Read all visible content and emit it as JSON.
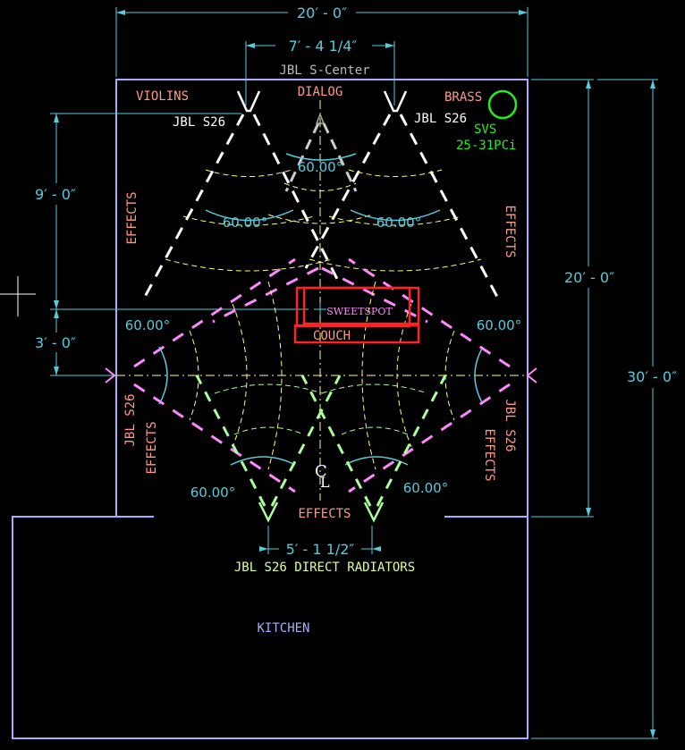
{
  "colors": {
    "background": "#000000",
    "walls": "#aaaaff",
    "dimension": "#55ccdd",
    "speaker_front": "#ffffff",
    "speaker_side": "#ff88ff",
    "dispersion": "#ffff77",
    "dispersion_green": "#aaff99",
    "channel_label": "#ff9988",
    "subwoofer": "#22ee22",
    "sweetspot": "#ff2222",
    "sweetspot_text": "#ff88ff",
    "kitchen_text": "#aaaaff"
  },
  "dimensions": {
    "overall_width": "20′ - 0″",
    "front_spacing": "7′ - 4 1/4″",
    "front_to_sweetspot": "9′ - 0″",
    "sweetspot_to_sides": "3′ - 0″",
    "room_length": "20′ - 0″",
    "overall_length": "30′ - 0″",
    "rear_spacing": "5′ - 1 1/2″"
  },
  "labels": {
    "center_speaker": "JBL S-Center",
    "dialog": "DIALOG",
    "violins": "VIOLINS",
    "brass": "BRASS",
    "front_left_speaker": "JBL S26",
    "front_right_speaker": "JBL S26",
    "sub_brand": "SVS",
    "sub_model": "25-31PCi",
    "effects_left": "EFFECTS",
    "effects_right": "EFFECTS",
    "side_left_speaker": "JBL S26",
    "side_left_effects": "EFFECTS",
    "side_right_speaker": "JBL S26",
    "side_right_effects": "EFFECTS",
    "rear_effects": "EFFECTS",
    "rear_speakers": "JBL S26 DIRECT RADIATORS",
    "sweetspot": "SWEETSPOT",
    "couch": "COUCH",
    "centerline_c": "C",
    "centerline_l": "L",
    "kitchen": "KITCHEN"
  },
  "angles": {
    "center": "60.00°",
    "front_left": "60.00°",
    "front_right": "60.00°",
    "side_left": "60.00°",
    "side_right": "60.00°",
    "rear_left": "60.00°",
    "rear_right": "60.00°"
  }
}
